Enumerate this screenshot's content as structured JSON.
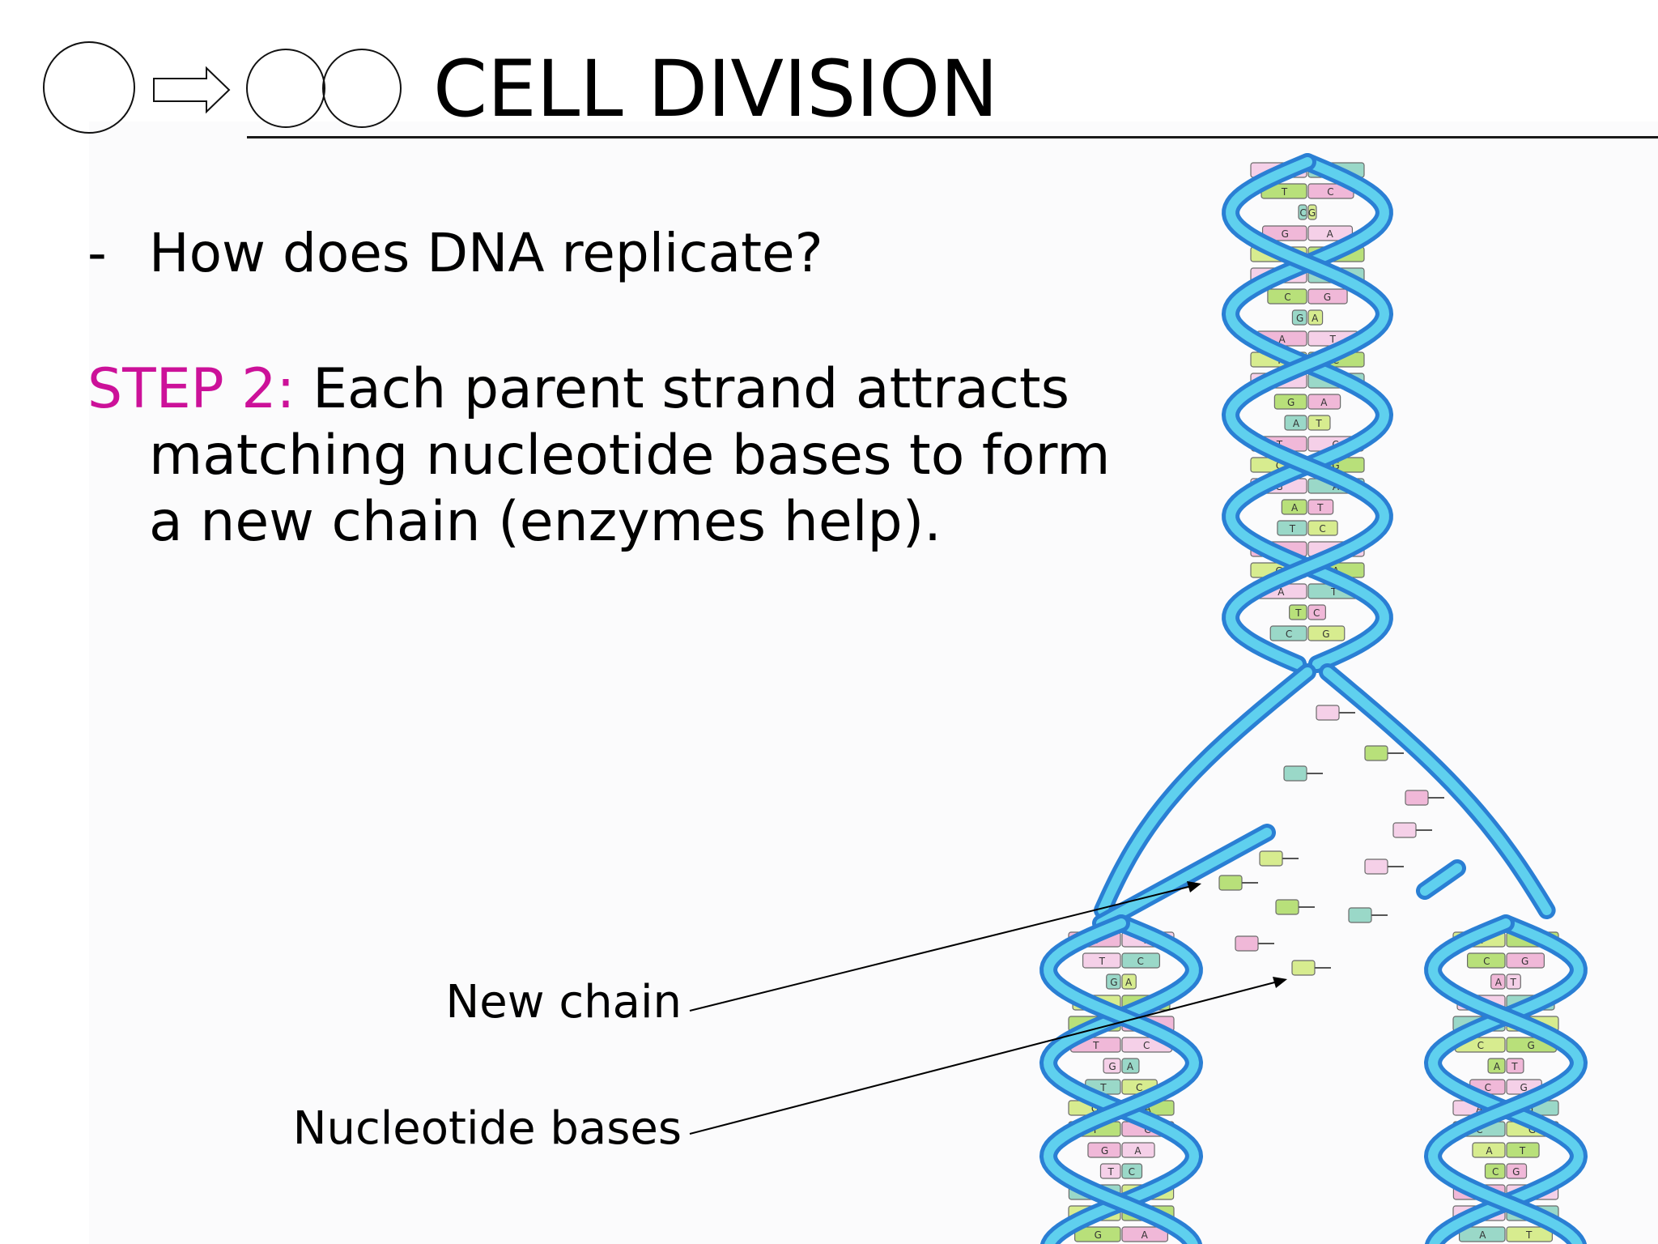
{
  "slide": {
    "title": "CELL DIVISION",
    "bullet_dash": "-",
    "bullet_text": "How does DNA replicate?",
    "step_label": "STEP 2:",
    "step_line1": " Each parent strand attracts",
    "step_line2": "matching nucleotide bases to form",
    "step_line3": "a new chain (enzymes help).",
    "colors": {
      "step_label": "#cc1199",
      "helix_outer": "#2a7fd4",
      "helix_inner": "#5fd0ee"
    }
  },
  "diagram": {
    "labels": {
      "new_chain": "New chain",
      "nucleotide_bases": "Nucleotide bases"
    },
    "base_letters": [
      "A",
      "T",
      "C",
      "G"
    ],
    "icons": [
      "cell-icon",
      "arrow-right-icon",
      "dividing-cell-icon",
      "dna-helix-icon"
    ]
  }
}
